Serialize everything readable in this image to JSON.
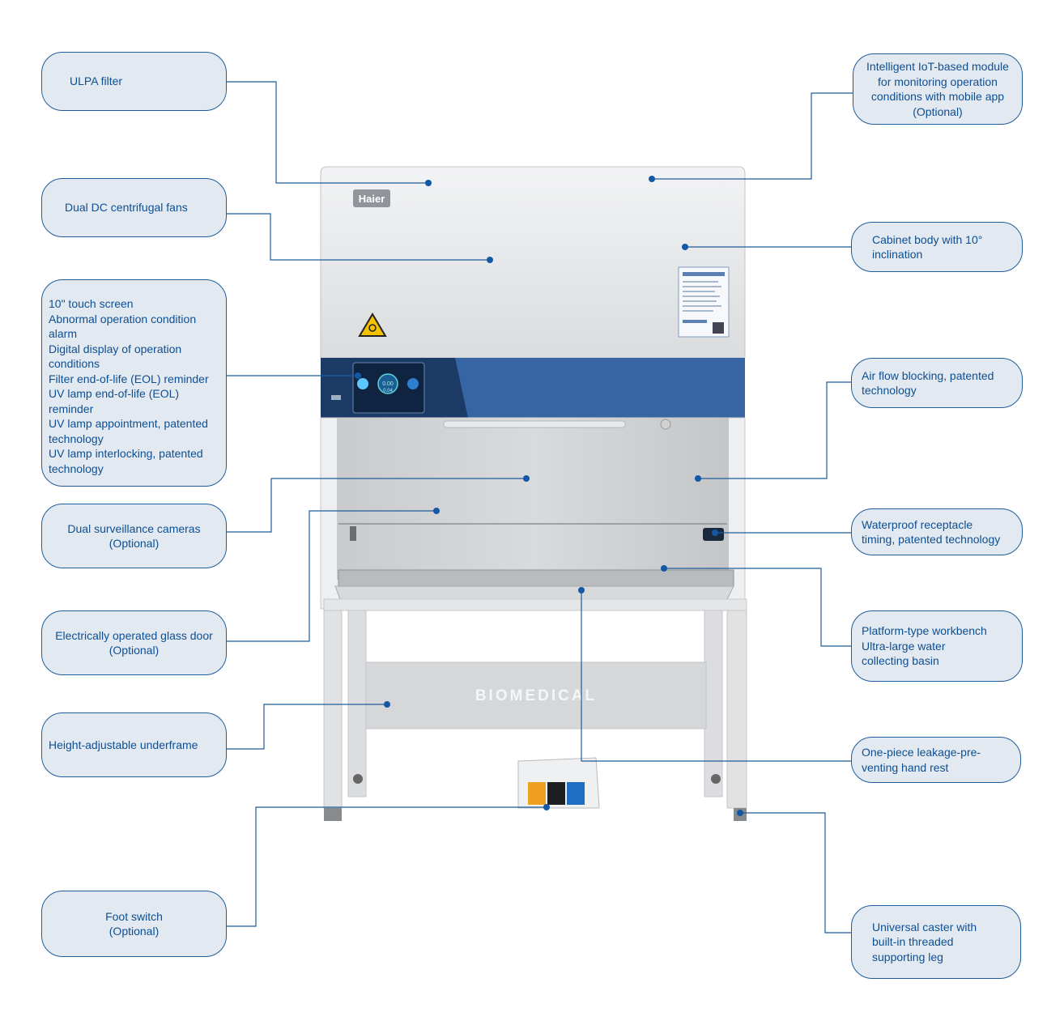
{
  "brand": {
    "logo": "Haier",
    "band_text": "BIOMEDICAL"
  },
  "screen": {
    "reading_1": "0.00",
    "reading_2": "0.04"
  },
  "callouts": {
    "ulpa": "ULPA filter",
    "iot": "Intelligent IoT-based module\nfor monitoring operation\nconditions with mobile app\n(Optional)",
    "fans": "Dual DC centrifugal fans",
    "cabinet": "Cabinet body with 10°\ninclination",
    "touch": "10\" touch screen\nAbnormal operation condition\nalarm\nDigital display of operation\nconditions\nFilter end-of-life (EOL) reminder\nUV lamp end-of-life (EOL)\nreminder\nUV lamp appointment, patented\ntechnology\nUV lamp interlocking, patented\ntechnology",
    "airflow": "Air flow blocking, patented\ntechnology",
    "cameras": "Dual surveillance cameras\n(Optional)",
    "waterproof": "Waterproof receptacle\ntiming, patented technology",
    "glassdoor": "Electrically operated glass door\n(Optional)",
    "workbench": "Platform-type workbench\nUltra-large water\ncollecting basin",
    "underframe": "Height-adjustable underframe",
    "handrest": "One-piece leakage-pre-\nventing hand rest",
    "footswitch": "Foot switch\n(Optional)",
    "caster": "Universal caster with\nbuilt-in threaded\nsupporting leg"
  },
  "colors": {
    "accent": "#0d4f93",
    "callout_bg": "#e3e9f0",
    "panel_blue": "#2c5d9b",
    "line": "#1f5c9b"
  }
}
